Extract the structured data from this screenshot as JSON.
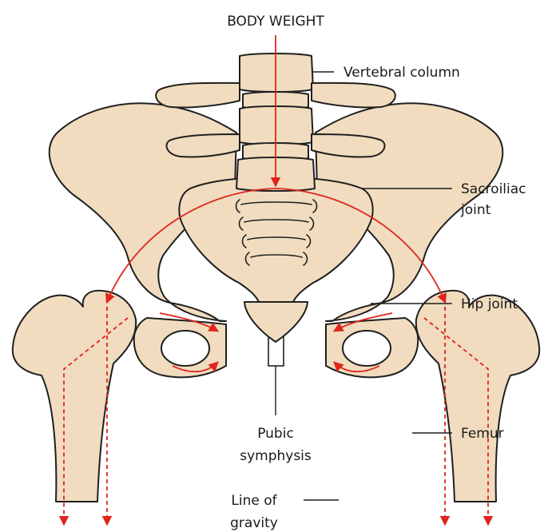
{
  "labels": {
    "body_weight": "BODY WEIGHT",
    "vertebral_column": "Vertebral column",
    "sacroiliac_line1": "Sacroiliac",
    "sacroiliac_line2": "joint",
    "hip_joint": "Hip joint",
    "femur": "Femur",
    "pubic_line1": "Pubic",
    "pubic_line2": "symphysis",
    "gravity_line1": "Line of",
    "gravity_line2": "gravity"
  },
  "colors": {
    "bone_fill": "#f1dcbf",
    "outline": "#1f1f1f",
    "force_arrow": "#e0241c",
    "text": "#1a1a1a"
  }
}
